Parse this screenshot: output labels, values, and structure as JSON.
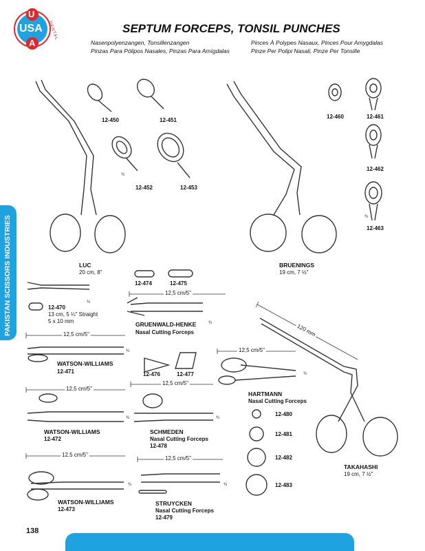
{
  "logo": {
    "line1": "U",
    "line2": "USA",
    "line3": "A",
    "arc": "DENTAL"
  },
  "header": {
    "title": "SEPTUM FORCEPS, TONSIL PUNCHES",
    "lang_left_1": "Nasenpolyenzangen, Tonsillenzangen",
    "lang_left_2": "Pinzas Para Pólipos Nasales, Pinzas Para Amígdalas",
    "lang_right_1": "Pinces À Polypes Nasaux, Pinces Pour Amygdalas",
    "lang_right_2": "Pinze Per Polipi Nasali, Pinze Per Tonsille"
  },
  "side_tab": {
    "text": "PAKISTAN SCISSORS INDUSTRIES"
  },
  "items": {
    "i450": "12-450",
    "i451": "12-451",
    "i452": "12-452",
    "i453": "12-453",
    "i460": "12-460",
    "i461": "12-461",
    "i462": "12-462",
    "i463": "12-463",
    "i470": "12-470",
    "i471": "12-471",
    "i472": "12-472",
    "i473": "12-473",
    "i474": "12-474",
    "i475": "12-475",
    "i476": "12-476",
    "i477": "12-477",
    "i478": "12-478",
    "i479": "12-479",
    "i480": "12-480",
    "i481": "12-481",
    "i482": "12-482",
    "i483": "12-483"
  },
  "fractions": {
    "three_quarter": "¾"
  },
  "names": {
    "luc": "LUC",
    "luc_size": "20 cm, 8\"",
    "bruenings": "BRUENINGS",
    "bruenings_size": "19 cm, 7 ½\"",
    "i470_desc_1": "13 cm, 5 ¼\" Straight",
    "i470_desc_2": "5 x 10 mm",
    "gruenwald": "GRUENWALD-HENKE",
    "gruenwald_sub": "Nasal Cutting Forceps",
    "watson": "WATSON-WILLIAMS",
    "hartmann": "HARTMANN",
    "hartmann_sub": "Nasal Cutting Forceps",
    "schmeden": "SCHMEDEN",
    "schmeden_sub": "Nasal Cutting Forceps",
    "struycken": "STRUYCKEN",
    "struycken_sub": "Nasal Cutting Forceps",
    "takahashi": "TAKAHASHI",
    "takahashi_size": "19 cm, 7 ½\""
  },
  "measures": {
    "m125": "12,5 cm/5\"",
    "m120": "120 mm"
  },
  "footer": {
    "page": "138"
  },
  "colors": {
    "brand_blue": "#1fa3e0",
    "logo_red": "#e4262b"
  }
}
